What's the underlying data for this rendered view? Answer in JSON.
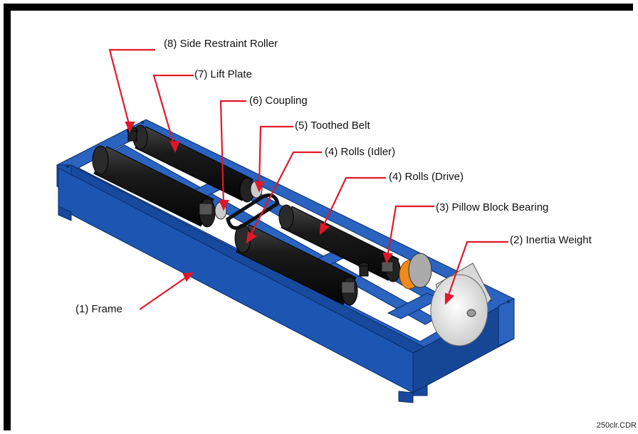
{
  "diagram": {
    "labels": {
      "side_restraint_roller": "(8) Side Restraint Roller",
      "lift_plate": "(7) Lift Plate",
      "coupling": "(6) Coupling",
      "toothed_belt": "(5) Toothed Belt",
      "rolls_idler": "(4) Rolls (Idler)",
      "rolls_drive": "(4) Rolls (Drive)",
      "pillow_block_bearing": "(3) Pillow Block Bearing",
      "inertia_weight": "(2) Inertia Weight",
      "frame": "(1) Frame"
    },
    "file_reference": "250clr.CDR",
    "colors": {
      "frame_blue": "#1f56b0",
      "frame_dark": "#0f3a80",
      "roller_black": "#1a1a1a",
      "leader_red": "#e0182a",
      "coupling_orange": "#f08a1c",
      "weight_gray": "#e6e6e6"
    }
  }
}
